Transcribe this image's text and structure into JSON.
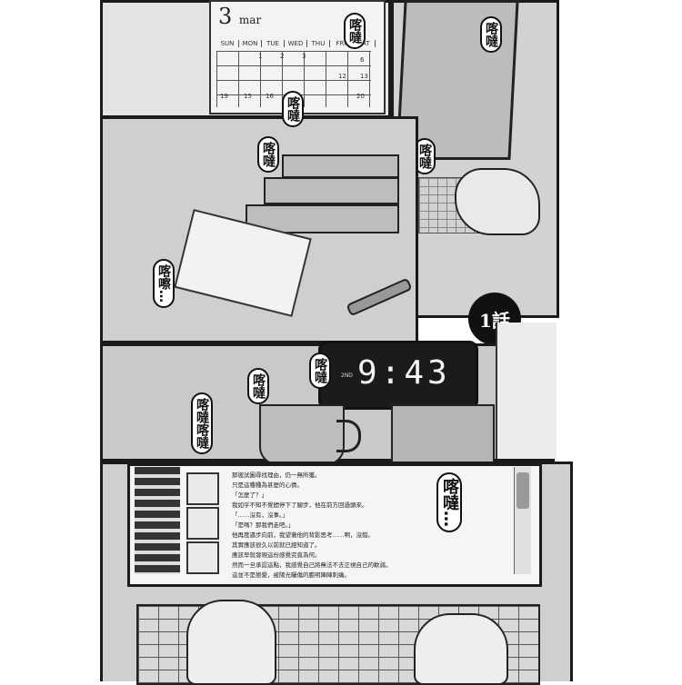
{
  "calendar": {
    "month_number": "3",
    "month_label": "mar",
    "weekdays": [
      "SUN",
      "MON",
      "TUE",
      "WED",
      "THU",
      "FRI",
      "SAT"
    ],
    "dates_visible": [
      "1",
      "2",
      "3",
      "6",
      "12",
      "13",
      "19",
      "15",
      "16",
      "20"
    ]
  },
  "sfx": {
    "panel1_top": "喀噠",
    "panel2_top": "喀噠",
    "panel2_mid": "喀噠",
    "panel3_a": "喀噠",
    "panel3_b": "喀噠",
    "panel3_c": "喀嚓…",
    "panel4_a": "喀噠",
    "panel4_b": "喀噠",
    "panel4_c": "喀噠喀噠",
    "panel5": "喀噠…"
  },
  "chapter_badge": "1話",
  "clock": {
    "time": "9:43",
    "sub_label": "2ND"
  },
  "document_lines": [
    "那彼試圖尋找理由，仍一無所獲。",
    "只是這種種為甚麼的心情。",
    "「怎麼了？」",
    "我如乎不知不覺間停下了腳步，他在前方回過頭來。",
    "「……沒有，沒事。」",
    "「是嗎？那我們走吧。」",
    "他再度邁步向前，我望著他的背影思考……啊，沒錯。",
    "其實應該很久以前就已經知道了。",
    "應該早就發現這份感覺究竟為何。",
    "然而一旦承認這點，我感覺自己將無法不去正視自己的軟弱。",
    "這並不是戀愛，被陽光曬傷的膽明陣陣刺痛。"
  ],
  "colors": {
    "ink": "#111111",
    "screen": "#f5f5f5",
    "badge": "#111111"
  }
}
